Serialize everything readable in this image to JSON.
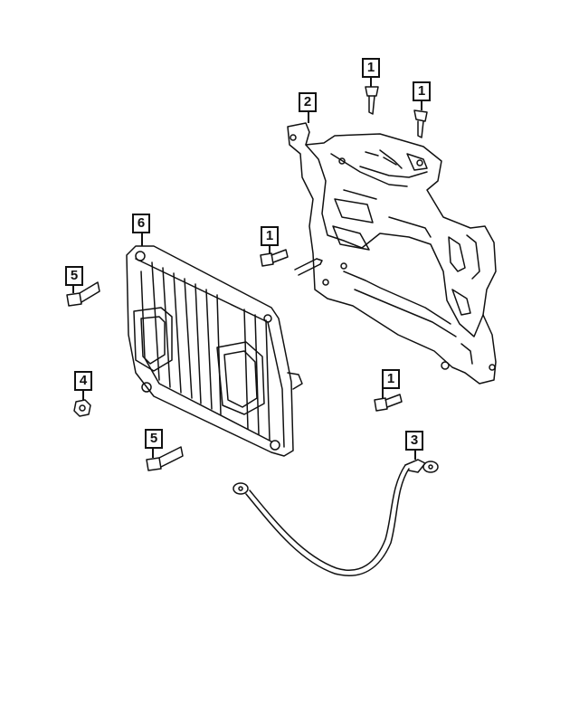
{
  "diagram": {
    "line_color": "#111111",
    "background": "#ffffff",
    "callouts": [
      {
        "id": "c1a",
        "label": "1"
      },
      {
        "id": "c1b",
        "label": "1"
      },
      {
        "id": "c1c",
        "label": "1"
      },
      {
        "id": "c1d",
        "label": "1"
      },
      {
        "id": "c2",
        "label": "2"
      },
      {
        "id": "c3",
        "label": "3"
      },
      {
        "id": "c4",
        "label": "4"
      },
      {
        "id": "c5a",
        "label": "5"
      },
      {
        "id": "c5b",
        "label": "5"
      },
      {
        "id": "c6",
        "label": "6"
      }
    ]
  }
}
